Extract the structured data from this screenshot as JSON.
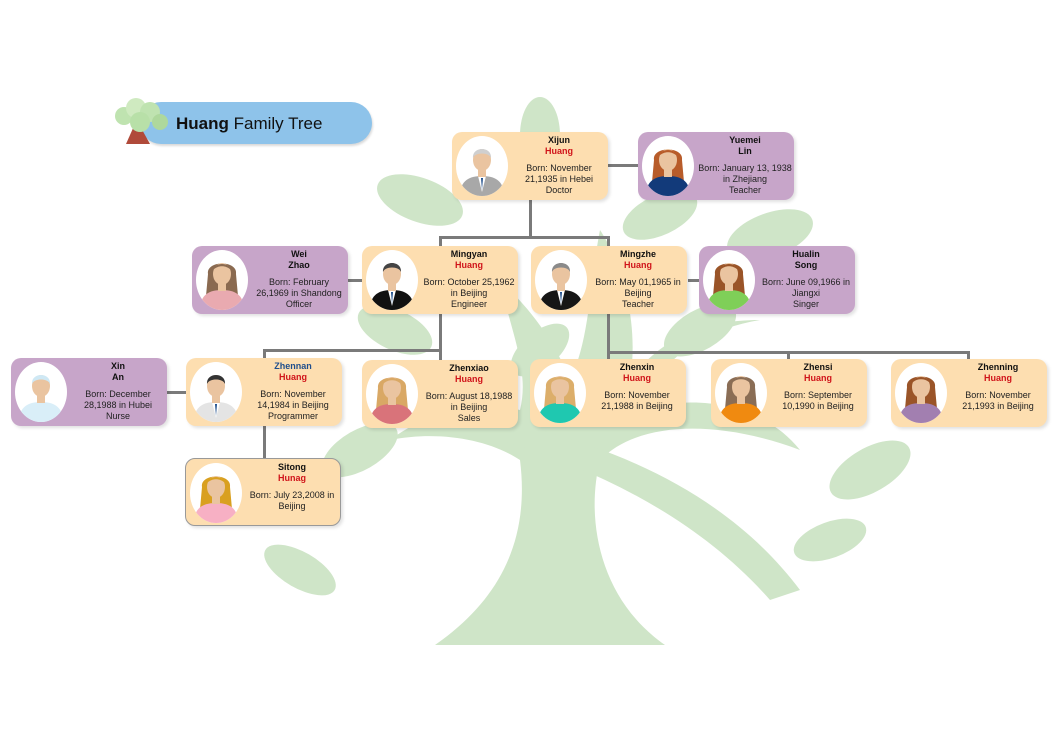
{
  "title": {
    "bold": "Huang",
    "rest": " Family Tree"
  },
  "colors": {
    "peach": "#fddeb0",
    "purple": "#c7a5c9",
    "title_bg": "#8ec3ea",
    "surname": "#d0141a",
    "tree": "#cfe5c8",
    "connector": "#7a7a7a"
  },
  "people": [
    {
      "first": "Xijun",
      "last": "Huang",
      "born": "Born: November 21,1935 in Hebei",
      "job": "Doctor",
      "style": "peach",
      "avatar": "elderly-man-avatar",
      "hair": "#cfcfcf",
      "clothes": "#a8a8a8"
    },
    {
      "first": "Yuemei",
      "last": "Lin",
      "born": "Born: January 13, 1938 in Zhejiang",
      "job": "Teacher",
      "style": "purple",
      "avatar": "woman-avatar",
      "hair": "#b85c2a",
      "clothes": "#123a7a"
    },
    {
      "first": "Wei",
      "last": "Zhao",
      "born": "Born: February 26,1969 in Shandong",
      "job": "Officer",
      "style": "purple",
      "avatar": "woman-avatar",
      "hair": "#8a6a50",
      "clothes": "#e9aab0"
    },
    {
      "first": "Mingyan",
      "last": "Huang",
      "born": "Born: October 25,1962 in Beijing",
      "job": "Engineer",
      "style": "peach",
      "avatar": "man-avatar",
      "hair": "#444",
      "clothes": "#111"
    },
    {
      "first": "Mingzhe",
      "last": "Huang",
      "born": "Born: May 01,1965 in Beijing",
      "job": "Teacher",
      "style": "peach",
      "avatar": "man-avatar",
      "hair": "#8a8a8a",
      "clothes": "#161616"
    },
    {
      "first": "Hualin",
      "last": "Song",
      "born": "Born: June 09,1966 in Jiangxi",
      "job": "Singer",
      "style": "purple",
      "avatar": "woman-avatar",
      "hair": "#9a5428",
      "clothes": "#7fcf58"
    },
    {
      "first": "Xin",
      "last": "An",
      "born": "Born: December 28,1988 in Hubei",
      "job": "Nurse",
      "style": "purple",
      "avatar": "nurse-avatar",
      "hair": "#cfe8f4",
      "clothes": "#d9eef8"
    },
    {
      "first": "Zhennan",
      "last": "Huang",
      "born": "Born: November 14,1984 in Beijing",
      "job": "Programmer",
      "style": "peach",
      "avatar": "man-avatar",
      "hair": "#333",
      "clothes": "#e4e4e4"
    },
    {
      "first": "Zhenxiao",
      "last": "Huang",
      "born": "Born: August 18,1988 in Beijing",
      "job": "Sales",
      "style": "peach",
      "avatar": "woman-avatar",
      "hair": "#d9a865",
      "clothes": "#d9737a"
    },
    {
      "first": "Zhenxin",
      "last": "Huang",
      "born": "Born: November 21,1988 in Beijing",
      "job": "",
      "style": "peach",
      "avatar": "woman-avatar",
      "hair": "#dcae6a",
      "clothes": "#1fc8b0"
    },
    {
      "first": "Zhensi",
      "last": "Huang",
      "born": "Born: September 10,1990 in Beijing",
      "job": "",
      "style": "peach",
      "avatar": "woman-avatar",
      "hair": "#8a6d55",
      "clothes": "#f08a10"
    },
    {
      "first": "Zhenning",
      "last": "Huang",
      "born": "Born: November 21,1993 in Beijing",
      "job": "",
      "style": "peach",
      "avatar": "woman-avatar",
      "hair": "#9a5428",
      "clothes": "#a27fb0"
    },
    {
      "first": "Sitong",
      "last": "Hunag",
      "born": "Born: July 23,2008 in Beijing",
      "job": "",
      "style": "peach",
      "avatar": "girl-avatar",
      "hair": "#d9a020",
      "clothes": "#f7b0c4"
    }
  ]
}
